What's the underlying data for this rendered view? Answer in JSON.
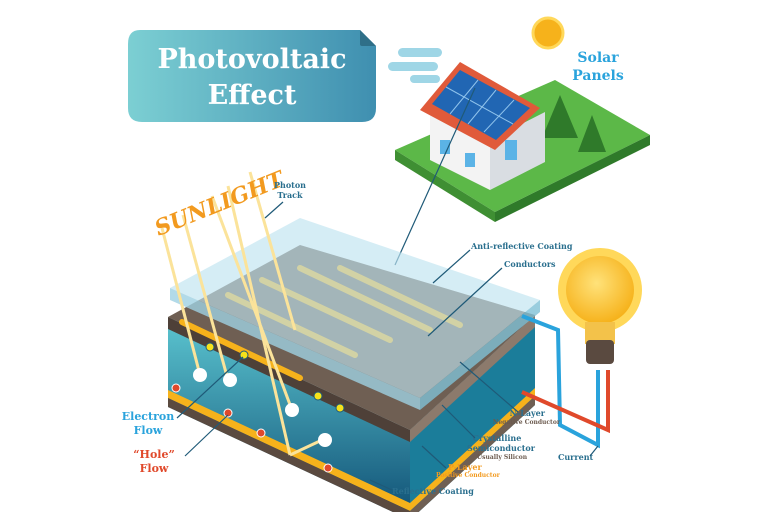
{
  "title": {
    "line1": "Photovoltaic",
    "line2": "Effect"
  },
  "labels": {
    "sunlight": "SUNLIGHT",
    "solar_panels_1": "Solar",
    "solar_panels_2": "Panels",
    "photon_track_1": "Photon",
    "photon_track_2": "Track",
    "anti_reflective": "Anti-reflective Coating",
    "conductors": "Conductors",
    "n_layer": "N-Layer",
    "n_layer_sub": "Negative Conductor",
    "crystalline_1": "Crystalline",
    "crystalline_2": "Semiconductor",
    "crystalline_sub": "Usually Silicon",
    "p_layer": "P-Layer",
    "p_layer_sub": "Positive Conductor",
    "reflective": "Reflective Coating",
    "current": "Current",
    "electron_1": "Electron",
    "electron_2": "Flow",
    "hole_1": "“Hole”",
    "hole_2": "Flow"
  },
  "colors": {
    "title_bg": "#5fb8c4",
    "sunlight": "#f29a1f",
    "label_blue": "#2aa3dc",
    "label_red": "#e0492b",
    "label_dark": "#2a6f8e",
    "n_layer": "#6f5f53",
    "semiconductor": "#2a9fb5",
    "p_layer": "#f6b21b",
    "wire_blue": "#2aa3dc",
    "wire_red": "#e0492b",
    "grass": "#5cb848"
  }
}
